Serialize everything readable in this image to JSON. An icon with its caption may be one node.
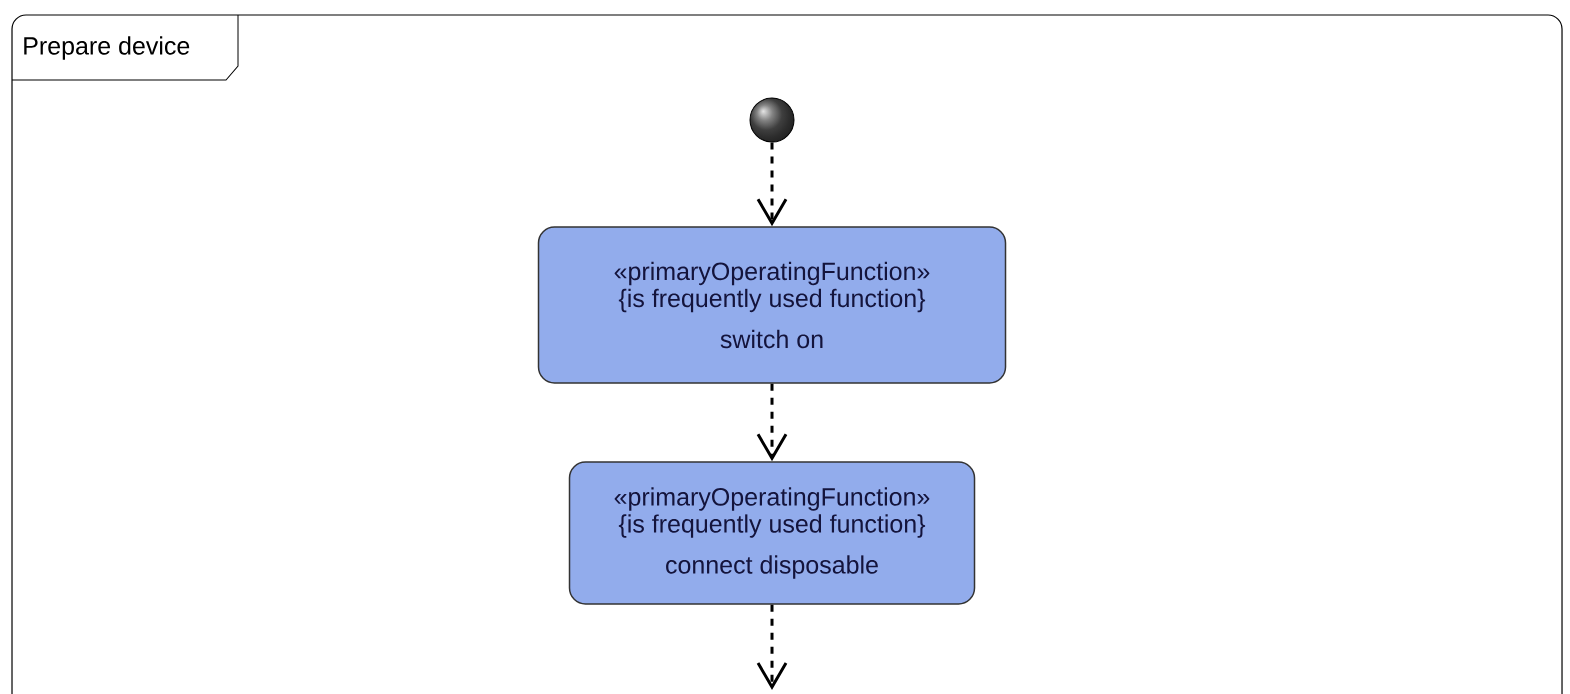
{
  "diagram": {
    "nodes": [
      {
        "text": [
          "Prepare device"
        ]
      },
      {
        "text": [],
        "shape": "circle",
        "in": 0
      },
      {
        "text": [
          "«primaryOperatingFunction»",
          "{is frequently used function}",
          "switch on"
        ],
        "in": 0
      },
      {
        "text": [
          "«primaryOperatingFunction»",
          "{is frequently used function}",
          "connect disposable"
        ],
        "in": 0
      }
    ],
    "edges": [
      {
        "from": 1,
        "to": 2,
        "arrow": "to",
        "style": "dashed"
      },
      {
        "from": 2,
        "to": 3,
        "arrow": "to",
        "style": "dashed"
      },
      {
        "from": 3,
        "to": null,
        "arrow": "to",
        "style": "dashed"
      }
    ]
  }
}
